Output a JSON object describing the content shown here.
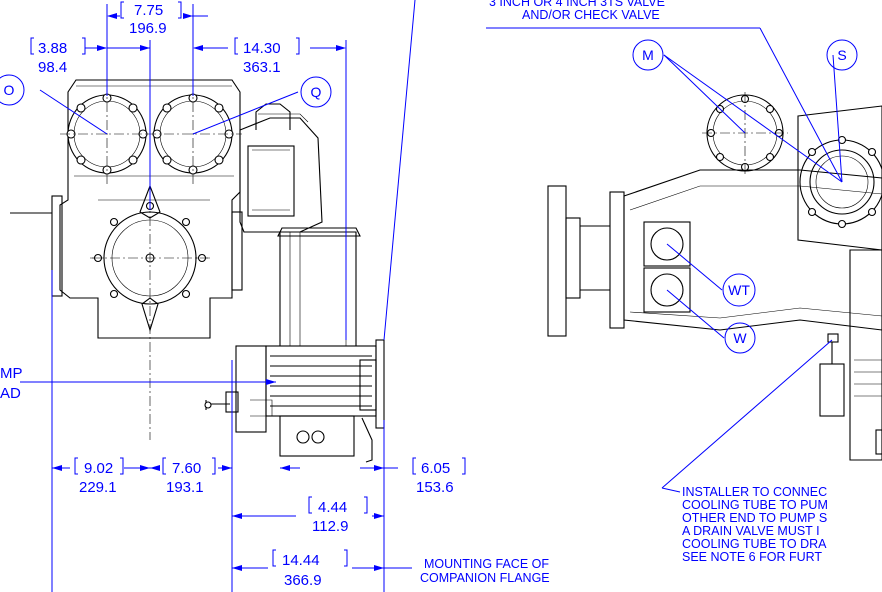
{
  "dimensions": {
    "d775": {
      "in": "7.75",
      "mm": "196.9"
    },
    "d388": {
      "in": "3.88",
      "mm": "98.4"
    },
    "d1430": {
      "in": "14.30",
      "mm": "363.1"
    },
    "d902": {
      "in": "9.02",
      "mm": "229.1"
    },
    "d760": {
      "in": "7.60",
      "mm": "193.1"
    },
    "d605": {
      "in": "6.05",
      "mm": "153.6"
    },
    "d444": {
      "in": "4.44",
      "mm": "112.9"
    },
    "d1444": {
      "in": "14.44",
      "mm": "366.9"
    }
  },
  "balloons": {
    "o": "O",
    "q": "Q",
    "m": "M",
    "s": "S",
    "wt": "WT",
    "w": "W"
  },
  "notes": {
    "valve_line1": "3 INCH OR 4 INCH 3TS VALVE",
    "valve_line2": "AND/OR CHECK VALVE",
    "pump_line1": "MP",
    "pump_line2": "AD",
    "mounting_line1": "MOUNTING FACE OF",
    "mounting_line2": "COMPANION FLANGE",
    "installer_line1": "INSTALLER TO CONNEC",
    "installer_line2": "COOLING TUBE TO PUM",
    "installer_line3": "OTHER END TO PUMP S",
    "installer_line4": "A DRAIN VALVE MUST I",
    "installer_line5": "COOLING TUBE TO DRA",
    "installer_line6": "SEE NOTE 6 FOR FURT"
  },
  "colors": {
    "annotation": "#0000ff",
    "linework": "#000000",
    "background": "#ffffff"
  }
}
